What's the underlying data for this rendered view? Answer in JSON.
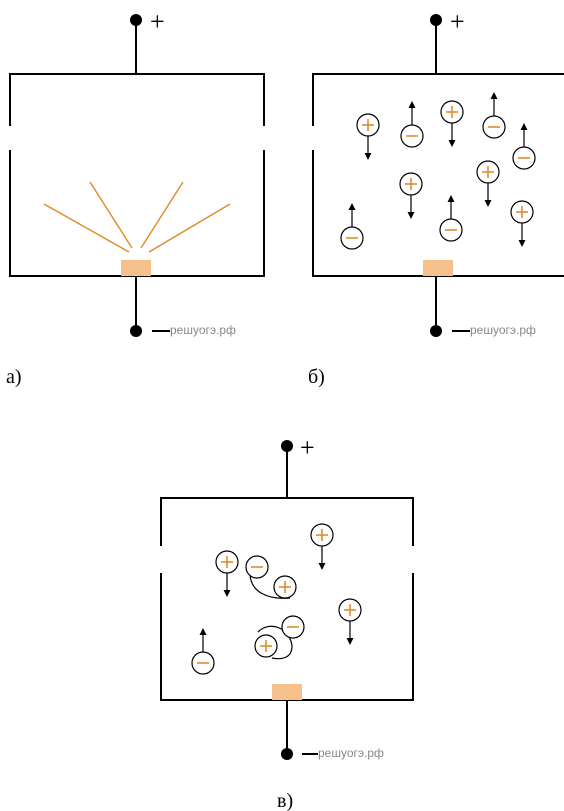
{
  "watermark": "решуогэ.рф",
  "terminals": {
    "positive": "+",
    "negative": "—"
  },
  "panels": [
    {
      "id": "a",
      "caption": "а)"
    },
    {
      "id": "b",
      "caption": "б)"
    },
    {
      "id": "c",
      "caption": "в)"
    }
  ],
  "icons": {
    "positive_ion": "plus-circle-icon",
    "negative_ion": "minus-circle-icon"
  },
  "colors": {
    "accent": "#e08a2c",
    "heater": "#f6c08a",
    "line": "#000000"
  }
}
